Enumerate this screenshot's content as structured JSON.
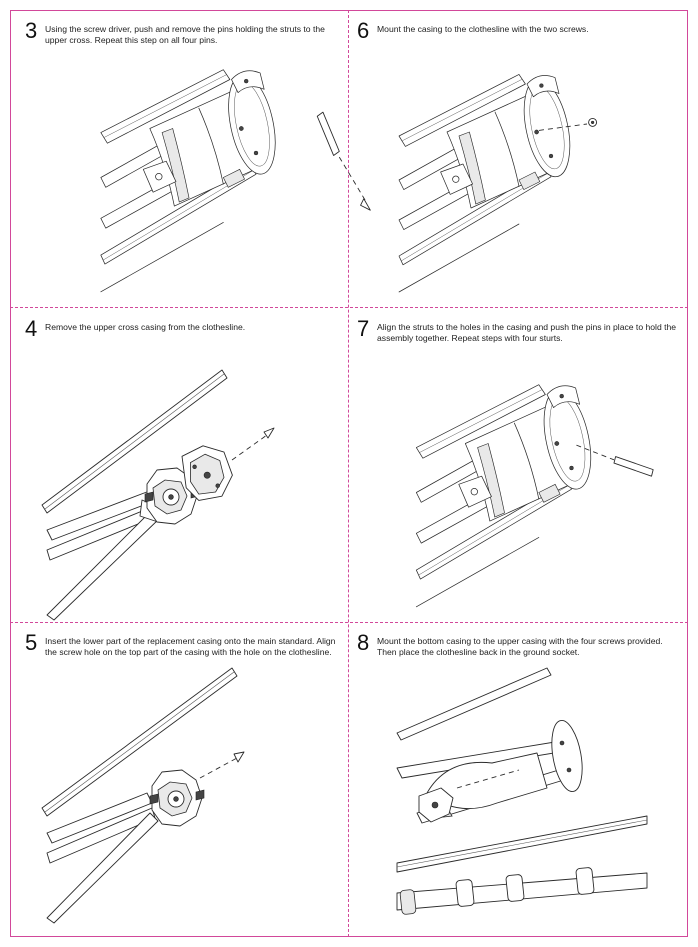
{
  "steps": [
    {
      "number": "3",
      "text": "Using the screw driver, push and remove the pins holding the struts to the upper cross. Repeat this step on all four pins."
    },
    {
      "number": "6",
      "text": "Mount the casing to the clothesline with the two screws."
    },
    {
      "number": "4",
      "text": "Remove the upper cross casing from the clothesline."
    },
    {
      "number": "7",
      "text": "Align the struts to the holes in the casing and push the pins in place to hold the assembly together. Repeat steps with four sturts."
    },
    {
      "number": "5",
      "text": "Insert the lower part of the replacement casing onto the main standard. Align the screw hole on the top part of the casing with the hole on the clothesline."
    },
    {
      "number": "8",
      "text": "Mount the bottom casing to the upper casing with the four screws provided. Then place the clothesline back in the ground socket."
    }
  ],
  "colors": {
    "cut_line": "#d2489a",
    "ink": "#2b2b2b"
  }
}
